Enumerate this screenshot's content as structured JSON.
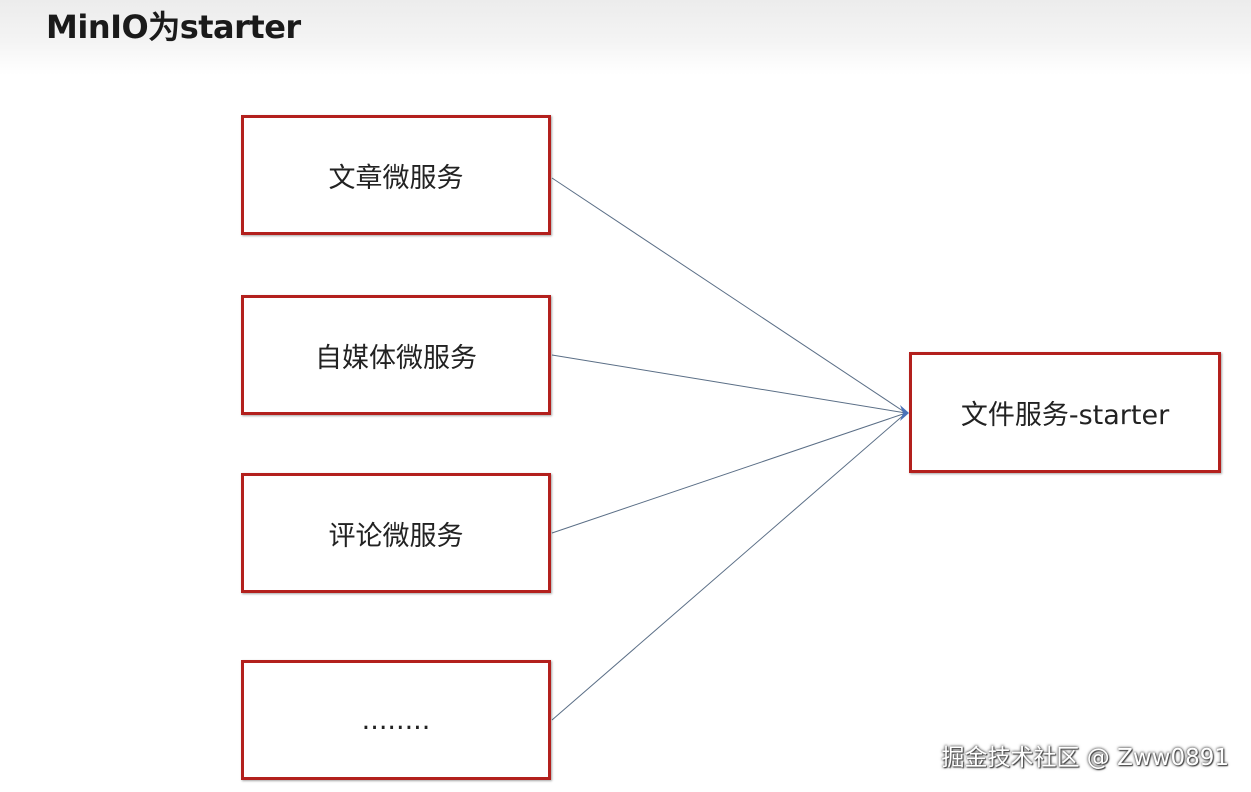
{
  "title": "MinIO为starter",
  "services": [
    {
      "label": "文章微服务"
    },
    {
      "label": "自媒体微服务"
    },
    {
      "label": "评论微服务"
    },
    {
      "label": "........"
    }
  ],
  "target": {
    "label": "文件服务-starter"
  },
  "watermark": "掘金技术社区 @ Zww0891",
  "colors": {
    "box_border": "#b3201d",
    "connector": "#5a6e86",
    "arrowhead": "#4a72b8"
  }
}
